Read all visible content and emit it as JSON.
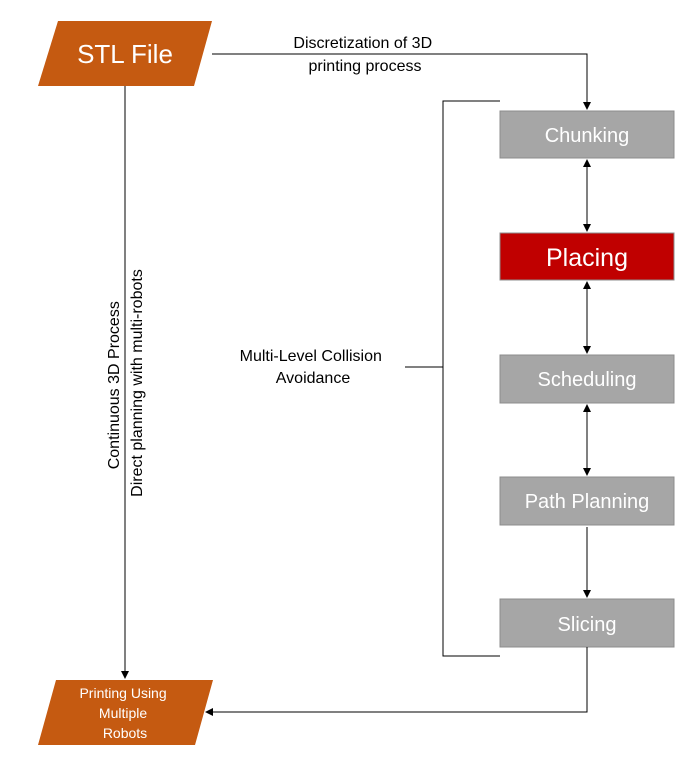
{
  "nodes": {
    "stl_file": {
      "label": "STL File"
    },
    "printing": {
      "lines": [
        "Printing Using",
        "Multiple",
        "Robots"
      ]
    },
    "chunking": {
      "label": "Chunking"
    },
    "placing": {
      "label": "Placing"
    },
    "scheduling": {
      "label": "Scheduling"
    },
    "path_planning": {
      "label": "Path Planning"
    },
    "slicing": {
      "label": "Slicing"
    }
  },
  "edges": {
    "discretization": {
      "lines": [
        "Discretization of 3D",
        "printing process"
      ]
    },
    "continuous": {
      "lines": [
        "Continuous 3D Process",
        "Direct planning with multi-robots"
      ]
    },
    "collision": {
      "lines": [
        "Multi-Level Collision",
        "Avoidance"
      ]
    }
  },
  "colors": {
    "io_fill": "#c55a11",
    "process_fill": "#a6a6a6",
    "process_stroke": "#8c8c8c",
    "highlight_fill": "#c00000",
    "node_text": "#ffffff",
    "line": "#000000"
  }
}
